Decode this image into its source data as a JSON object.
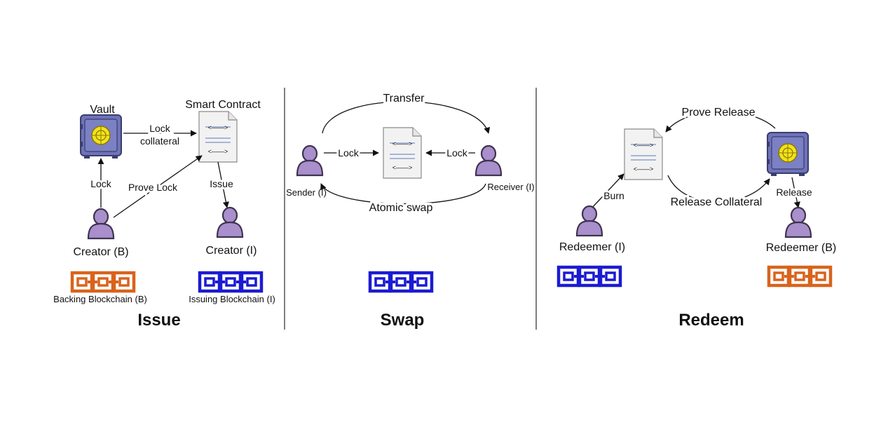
{
  "colors": {
    "person": "#a98fcb",
    "person_stroke": "#3e3350",
    "vault_body": "#6f73b7",
    "vault_dial": "#f2e21e",
    "chain_backing": "#d9631b",
    "chain_issuing": "#1b1bd2",
    "document_fill": "#f2f2f2",
    "document_lines": "#7b93c4",
    "divider": "#555555"
  },
  "icons": {
    "person": "user-icon",
    "vault": "vault-icon",
    "document": "smart-contract-document-icon",
    "chain": "blockchain-chain-icon"
  },
  "issue": {
    "title": "Issue",
    "vault_label": "Vault",
    "contract_label": "Smart Contract",
    "lock_collateral_line1": "Lock",
    "lock_collateral_line2": "collateral",
    "lock_label": "Lock",
    "prove_lock_label": "Prove Lock",
    "issue_label": "Issue",
    "creator_b_label": "Creator (B)",
    "creator_i_label": "Creator (I)",
    "backing_chain_label": "Backing Blockchain (B)",
    "issuing_chain_label": "Issuing Blockchain (I)"
  },
  "swap": {
    "title": "Swap",
    "transfer_label": "Transfer",
    "lock_left_label": "Lock",
    "lock_right_label": "Lock",
    "sender_label": "Sender (I)",
    "receiver_label": "Receiver (I)",
    "atomic_swap_label": "Atomic swap"
  },
  "redeem": {
    "title": "Redeem",
    "prove_release_label": "Prove Release",
    "burn_label": "Burn",
    "release_collateral_label": "Release Collateral",
    "release_label": "Release",
    "redeemer_i_label": "Redeemer (I)",
    "redeemer_b_label": "Redeemer (B)"
  }
}
